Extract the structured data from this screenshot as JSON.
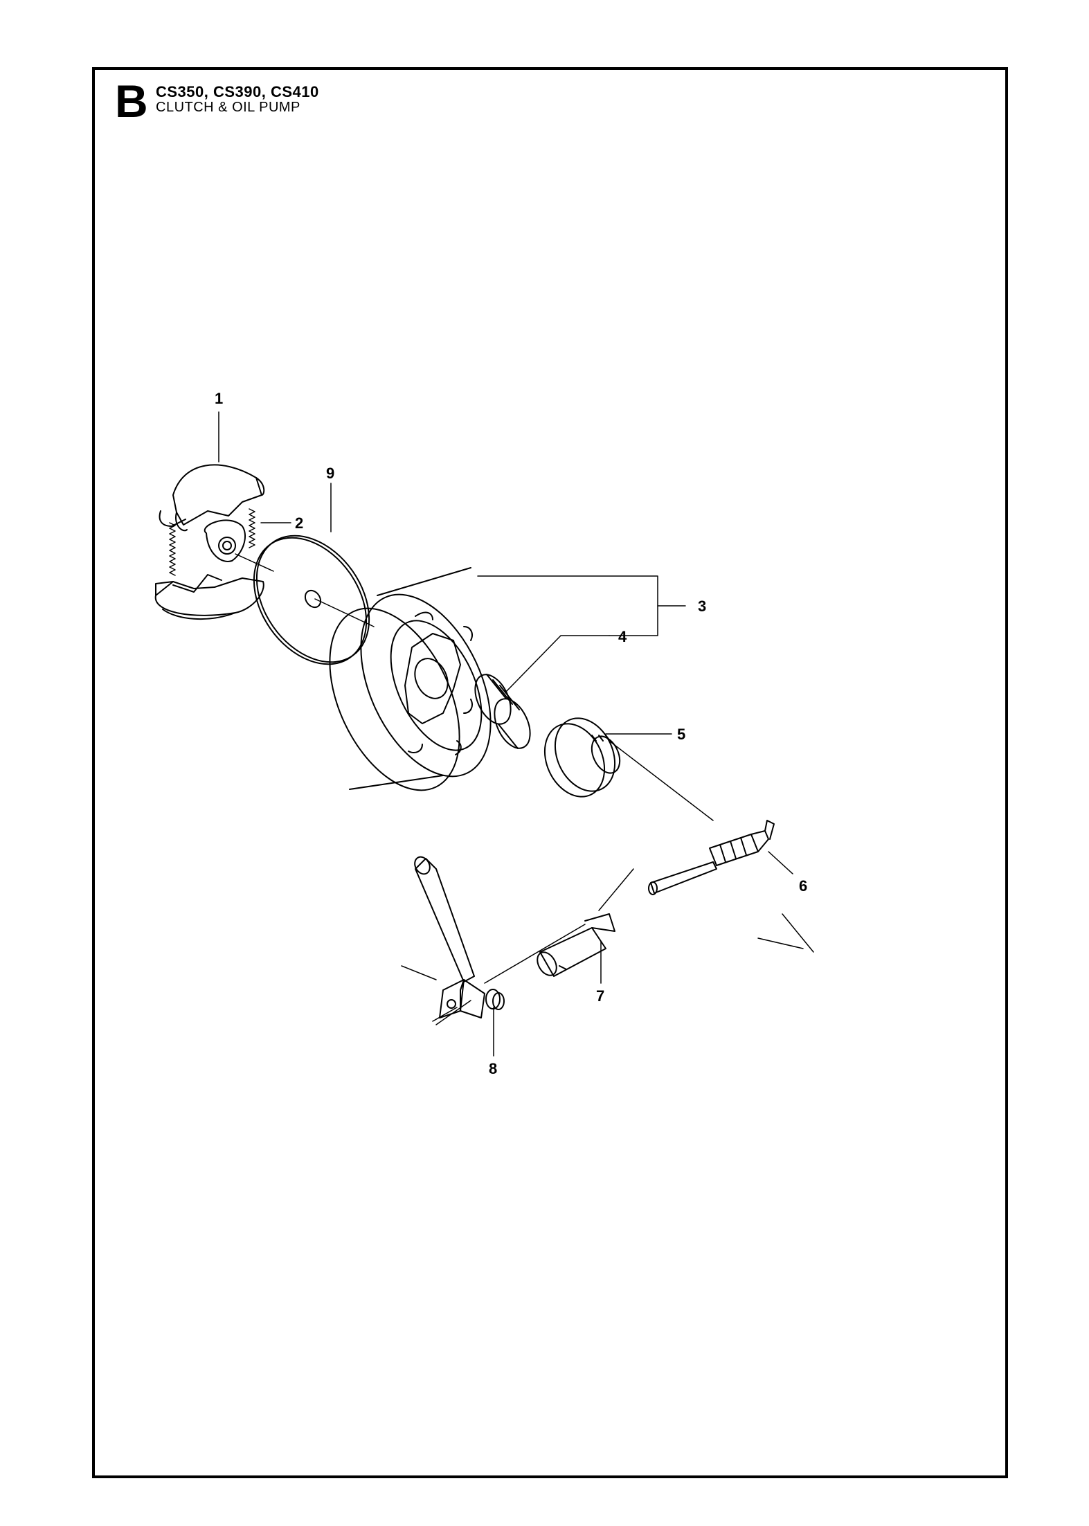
{
  "header": {
    "section_letter": "B",
    "models": "CS350, CS390, CS410",
    "subtitle": "CLUTCH & OIL PUMP"
  },
  "callouts": [
    "1",
    "2",
    "3",
    "4",
    "5",
    "6",
    "7",
    "8",
    "9"
  ],
  "parts": [
    {
      "part": "centrifugal-clutch-shoes"
    },
    {
      "part": "clutch-spring"
    },
    {
      "part": "clutch-drum-sprocket"
    },
    {
      "part": "needle-bearing"
    },
    {
      "part": "worm-gear-drive"
    },
    {
      "part": "oil-pump-worm"
    },
    {
      "part": "oil-pump-plunger"
    },
    {
      "part": "oil-hose-fitting"
    },
    {
      "part": "clutch-washer"
    }
  ]
}
